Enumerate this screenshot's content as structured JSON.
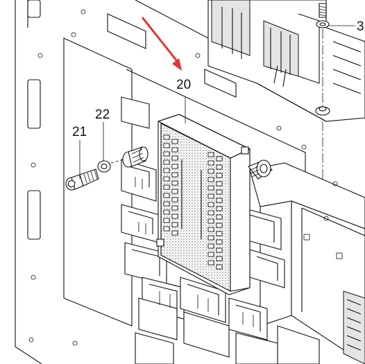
{
  "callouts": {
    "fuse_box": "20",
    "bolt": "21",
    "washer": "22",
    "top_fastener": "3"
  },
  "colors": {
    "arrow": "#e8312c",
    "line": "#111111",
    "stipple": "#bdbdbd"
  }
}
